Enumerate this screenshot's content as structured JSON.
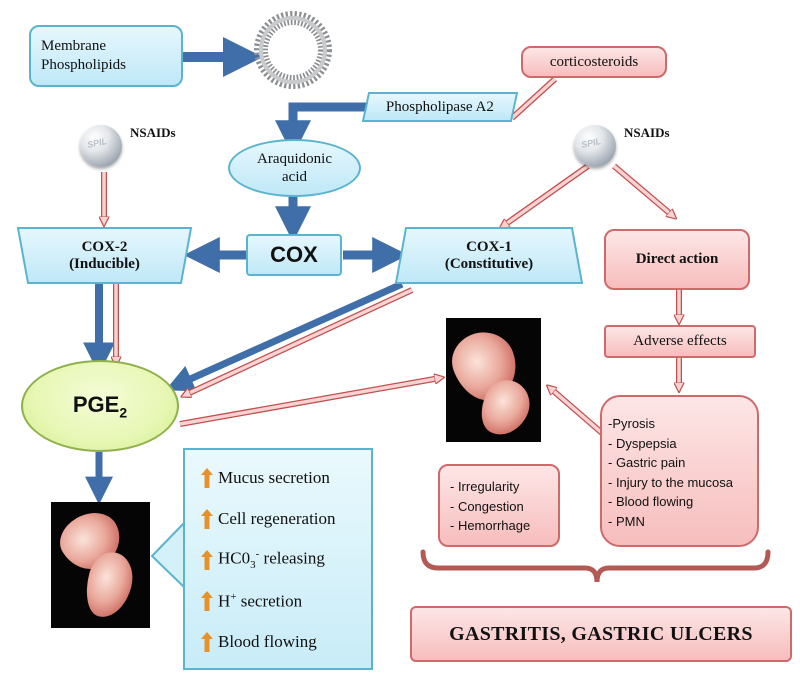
{
  "nodes": {
    "membrane": "Membrane Phospholipids",
    "corticosteroids": "corticosteroids",
    "phospholipase": "Phospholipase A2",
    "nsaids_left": "NSAIDs",
    "nsaids_right": "NSAIDs",
    "araquidonic": "Araquidonic acid",
    "cox": "COX",
    "cox2_line1": "COX-2",
    "cox2_line2": "(Inducible)",
    "cox1_line1": "COX-1",
    "cox1_line2": "(Constitutive)",
    "direct_action": "Direct action",
    "adverse_effects": "Adverse effects",
    "pge2_main": "PGE",
    "pge2_sub": "2"
  },
  "irregularity_list": [
    "- Irregularity",
    "- Congestion",
    "- Hemorrhage"
  ],
  "symptom_list": [
    "-Pyrosis",
    "- Dyspepsia",
    "- Gastric pain",
    "- Injury to the mucosa",
    "- Blood flowing",
    "- PMN"
  ],
  "protective_effects": [
    {
      "label": "Mucus secretion"
    },
    {
      "label": "Cell regeneration"
    },
    {
      "label": "HC0",
      "sub": "3",
      "sup": "-",
      "rest": " releasing"
    },
    {
      "label": "H",
      "sup": "+",
      "rest": " secretion"
    },
    {
      "label": "Blood flowing"
    }
  ],
  "outcome": "GASTRITIS, GASTRIC ULCERS",
  "colors": {
    "blue_arrow": "#3f6ea8",
    "pink_arrow_fill": "#f6d2d2",
    "pink_arrow_stroke": "#c0504d",
    "blue_box": "#bfe8f7",
    "pink_box": "#f7bdbd",
    "pge2_fill": "#e7f7b4",
    "up_arrow": "#e8902a"
  }
}
